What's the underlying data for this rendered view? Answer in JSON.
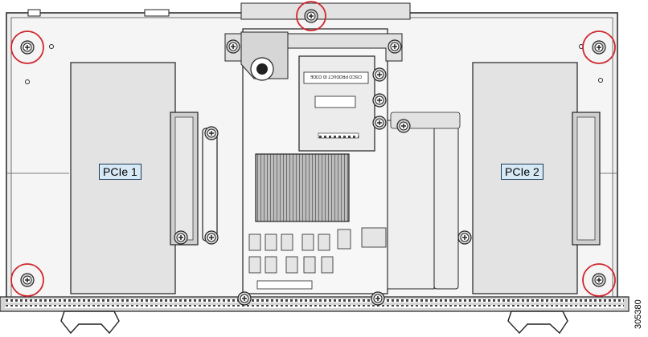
{
  "labels": {
    "pcie_1": "PCIe 1",
    "pcie_2": "PCIe 2",
    "sticker_text": "CISCO PRODUCT ID CODE",
    "figure_id": "305380"
  },
  "colors": {
    "highlight_circle": "#d0262d",
    "slot_label_fill": "#d6e9f5",
    "line": "#1a1a1a",
    "panel_fill": "#e6e6e6",
    "board_fill": "#f4f4f4"
  },
  "icons": {
    "captive_screw": "screw-icon",
    "standoff": "standoff-icon",
    "ejector_lever": "lever-icon"
  }
}
